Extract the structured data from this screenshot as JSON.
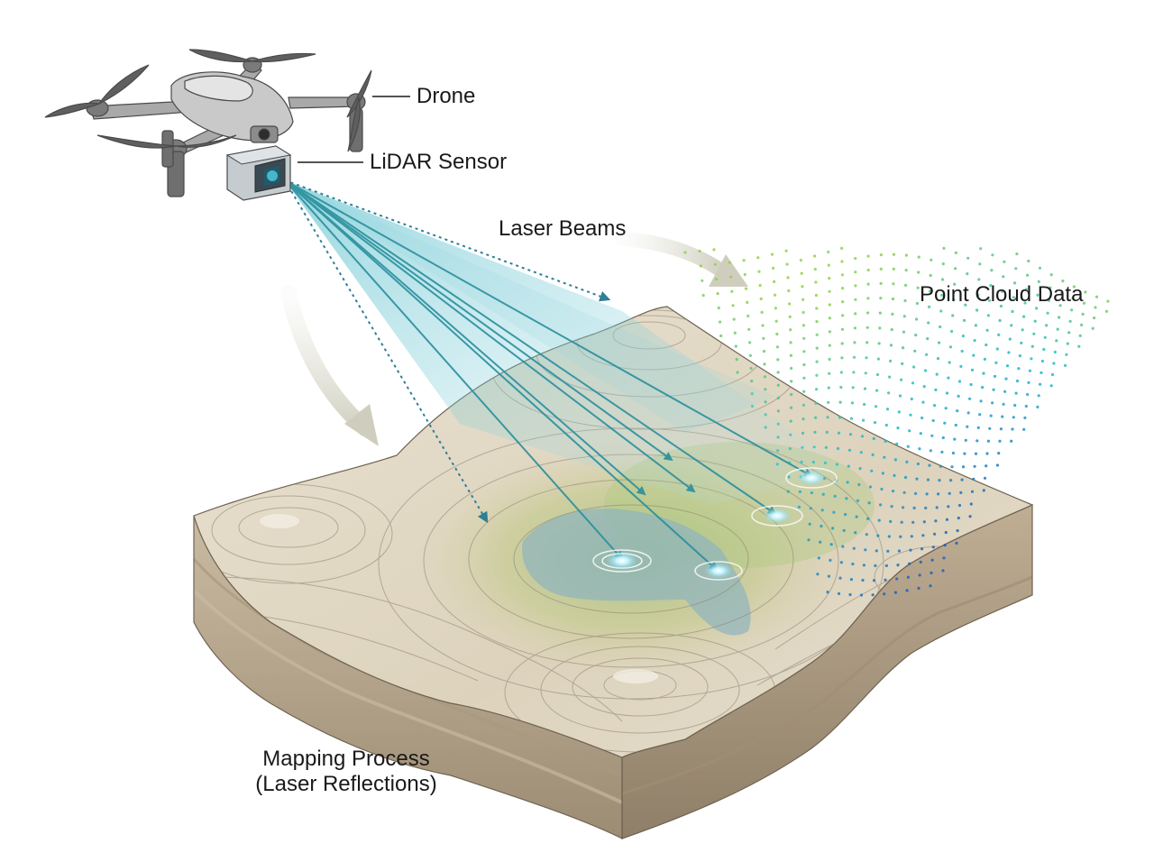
{
  "labels": {
    "drone": "Drone",
    "lidar_sensor": "LiDAR Sensor",
    "laser_beams": "Laser Beams",
    "point_cloud": "Point Cloud Data",
    "mapping_line1": "Mapping Process",
    "mapping_line2": "(Laser Reflections)"
  },
  "colors": {
    "background": "#ffffff",
    "beam": "#2a8f9e",
    "beam_glow": "#9fd8e0",
    "terrain_top": "#e2d9c6",
    "terrain_side": "#b3a38a",
    "valley": "#b8c48f",
    "water": "#8fb4bf",
    "contour": "#8c8170",
    "arrow_hint": "#d9d8cc",
    "drone_body": "#c9c9c9",
    "point_low": "#1f5fb8",
    "point_mid": "#22b8c8",
    "point_high": "#8fd24a"
  },
  "icons": {
    "drone": "quadcopter-drone-icon",
    "sensor": "lidar-sensor-icon",
    "reflection": "laser-reflection-ripple-icon"
  }
}
